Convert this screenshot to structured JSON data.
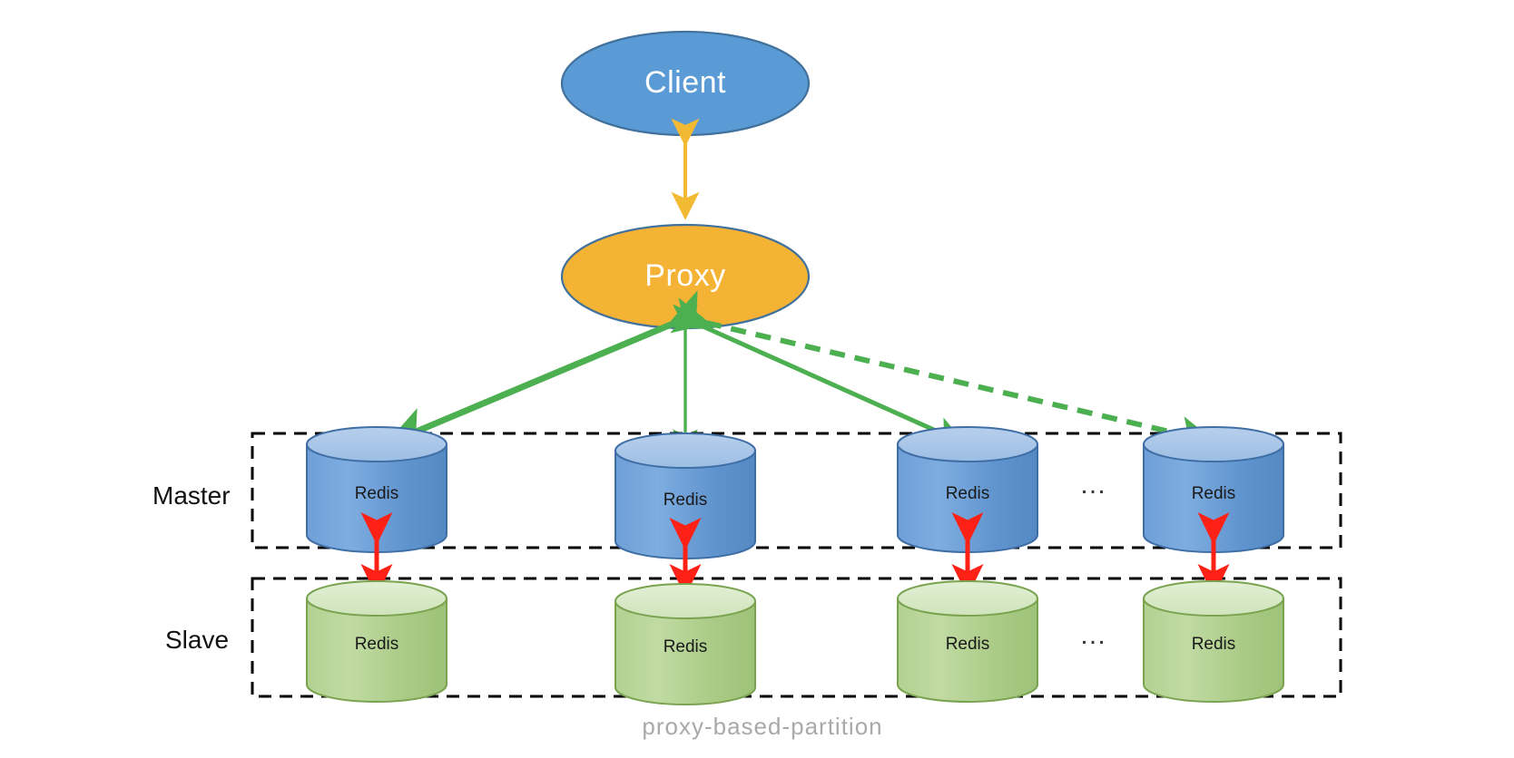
{
  "diagram": {
    "title": "proxy-based-partition",
    "caption": "proxy-based-partition",
    "nodes": {
      "client": {
        "label": "Client",
        "shape": "ellipse",
        "fill": "#5B9BD5",
        "stroke": "#41719C",
        "text_color": "#FFFFFF"
      },
      "proxy": {
        "label": "Proxy",
        "shape": "ellipse",
        "fill": "#F5B335",
        "stroke": "#41719C",
        "text_color": "#FFFFFF"
      }
    },
    "rows": [
      {
        "name": "master",
        "label": "Master",
        "node_label": "Redis",
        "ellipsis": "…",
        "fill_top": "#A9C6E8",
        "fill_body": "#6699D0",
        "stroke": "#3F6EA5",
        "count": 4
      },
      {
        "name": "slave",
        "label": "Slave",
        "node_label": "Redis",
        "ellipsis": "…",
        "fill_top": "#DCEBC8",
        "fill_body": "#A9CC87",
        "stroke": "#7AA34F",
        "count": 4
      }
    ],
    "connections": [
      {
        "from": "client",
        "to": "proxy",
        "color": "#F2B933",
        "style": "solid",
        "arrows": "both",
        "name": "client-proxy-link"
      },
      {
        "from": "proxy",
        "to": "master-1",
        "color": "#4CAF50",
        "style": "solid",
        "arrows": "both",
        "name": "proxy-master-1-link"
      },
      {
        "from": "proxy",
        "to": "master-2",
        "color": "#4CAF50",
        "style": "solid",
        "arrows": "both",
        "name": "proxy-master-2-link"
      },
      {
        "from": "proxy",
        "to": "master-3",
        "color": "#4CAF50",
        "style": "solid",
        "arrows": "both",
        "name": "proxy-master-3-link"
      },
      {
        "from": "proxy",
        "to": "master-4",
        "color": "#4CAF50",
        "style": "dashed",
        "arrows": "both",
        "name": "proxy-master-4-link"
      },
      {
        "from": "master-1",
        "to": "slave-1",
        "color": "#FF2116",
        "style": "solid",
        "arrows": "both",
        "name": "master-slave-1-link"
      },
      {
        "from": "master-2",
        "to": "slave-2",
        "color": "#FF2116",
        "style": "solid",
        "arrows": "both",
        "name": "master-slave-2-link"
      },
      {
        "from": "master-3",
        "to": "slave-3",
        "color": "#FF2116",
        "style": "solid",
        "arrows": "both",
        "name": "master-slave-3-link"
      },
      {
        "from": "master-4",
        "to": "slave-4",
        "color": "#FF2116",
        "style": "solid",
        "arrows": "both",
        "name": "master-slave-4-link"
      }
    ],
    "groups": [
      {
        "name": "master-group",
        "border": "dashed",
        "color": "#000000"
      },
      {
        "name": "slave-group",
        "border": "dashed",
        "color": "#000000"
      }
    ],
    "master_nodes": [
      "Redis",
      "Redis",
      "Redis",
      "Redis"
    ],
    "slave_nodes": [
      "Redis",
      "Redis",
      "Redis",
      "Redis"
    ]
  }
}
